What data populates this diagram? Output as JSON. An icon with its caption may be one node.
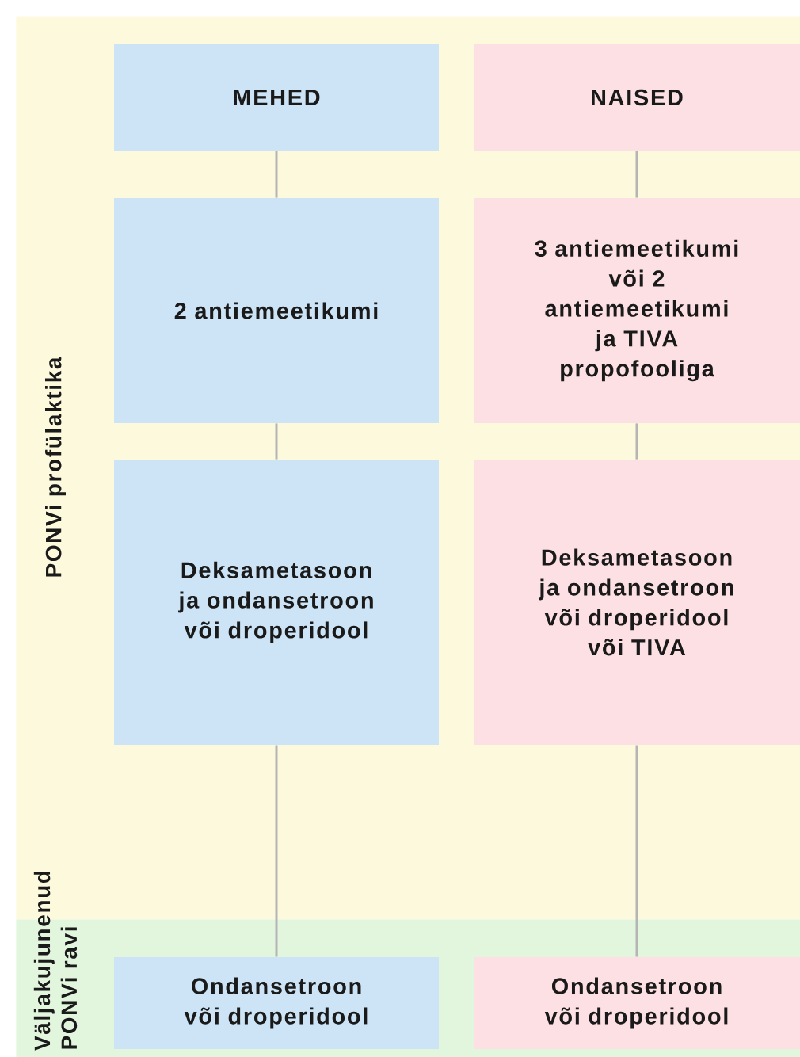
{
  "diagram": {
    "nodes": [
      {
        "text": [
          "PONVi profülaktika"
        ]
      },
      {
        "text": [
          "MEHED"
        ],
        "in": 0
      },
      {
        "text": [
          "NAISED"
        ],
        "in": 0
      },
      {
        "text": [
          "2 antiemeetikumi"
        ],
        "in": 0
      },
      {
        "text": [
          "3 antiemeetikumi või 2 antiemeetikumi ja TIVA propofooliga"
        ],
        "in": 0
      },
      {
        "text": [
          "Deksametasoon ja ondansetroon või droperidool"
        ],
        "in": 0
      },
      {
        "text": [
          "Deksametasoon ja ondansetroon või droperidool või TIVA"
        ],
        "in": 0
      },
      {
        "text": [
          "Väljakujunenud PONVi ravi"
        ]
      },
      {
        "text": [
          "Ondansetroon või droperidool"
        ],
        "in": 7
      },
      {
        "text": [
          "Ondansetroon või droperidool"
        ],
        "in": 7
      }
    ],
    "edges": [
      {
        "from": 1,
        "to": 3,
        "arrow": "none"
      },
      {
        "from": 3,
        "to": 5,
        "arrow": "none"
      },
      {
        "from": 5,
        "to": 8,
        "arrow": "none"
      },
      {
        "from": 2,
        "to": 4,
        "arrow": "none"
      },
      {
        "from": 4,
        "to": 6,
        "arrow": "none"
      },
      {
        "from": 6,
        "to": 9,
        "arrow": "none"
      }
    ]
  }
}
